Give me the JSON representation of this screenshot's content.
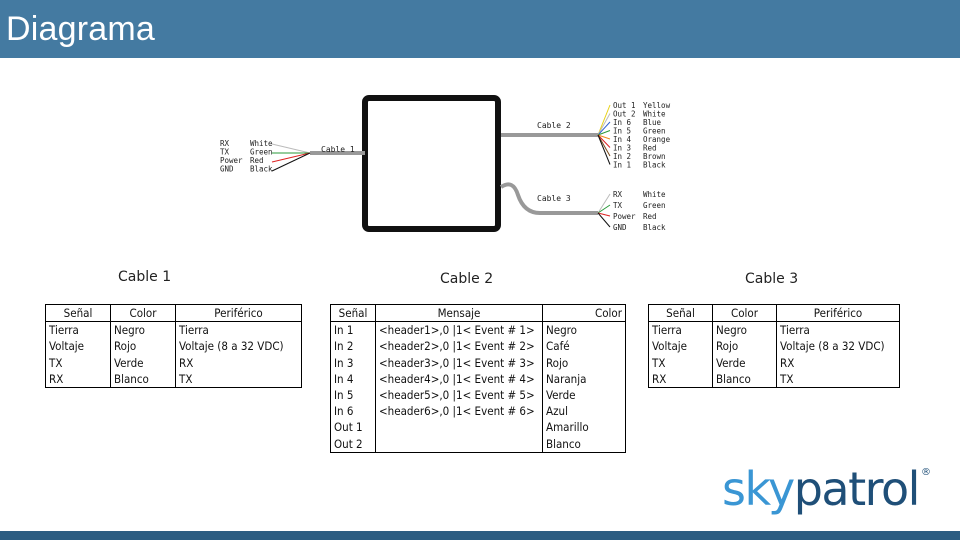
{
  "header": {
    "title": "Diagrama"
  },
  "diagram": {
    "cable1_label": "Cable 1",
    "cable2_label": "Cable 2",
    "cable3_label": "Cable 3",
    "left_pins": [
      {
        "pin": "RX",
        "color": "White"
      },
      {
        "pin": "TX",
        "color": "Green"
      },
      {
        "pin": "Power",
        "color": "Red"
      },
      {
        "pin": "GND",
        "color": "Black"
      }
    ],
    "cable2_pins": [
      {
        "pin": "Out 1",
        "color": "Yellow"
      },
      {
        "pin": "Out 2",
        "color": "White"
      },
      {
        "pin": "In 6",
        "color": "Blue"
      },
      {
        "pin": "In 5",
        "color": "Green"
      },
      {
        "pin": "In 4",
        "color": "Orange"
      },
      {
        "pin": "In 3",
        "color": "Red"
      },
      {
        "pin": "In 2",
        "color": "Brown"
      },
      {
        "pin": "In 1",
        "color": "Black"
      }
    ],
    "cable3_pins": [
      {
        "pin": "RX",
        "color": "White"
      },
      {
        "pin": "TX",
        "color": "Green"
      },
      {
        "pin": "Power",
        "color": "Red"
      },
      {
        "pin": "GND",
        "color": "Black"
      }
    ]
  },
  "captions": {
    "cable1": "Cable 1",
    "cable2": "Cable 2",
    "cable3": "Cable 3"
  },
  "table1": {
    "headers": [
      "Señal",
      "Color",
      "Periférico"
    ],
    "rows": [
      [
        "Tierra",
        "Negro",
        "Tierra"
      ],
      [
        "Voltaje",
        "Rojo",
        "Voltaje (8 a 32 VDC)"
      ],
      [
        "TX",
        "Verde",
        "RX"
      ],
      [
        "RX",
        "Blanco",
        "TX"
      ]
    ]
  },
  "table2": {
    "headers": [
      "Señal",
      "Mensaje",
      "Color"
    ],
    "rows": [
      [
        "In 1",
        "<header1>,0 |1< Event # 1>",
        "Negro"
      ],
      [
        "In 2",
        "<header2>,0 |1< Event # 2>",
        "Café"
      ],
      [
        "In 3",
        "<header3>,0 |1< Event # 3>",
        "Rojo"
      ],
      [
        "In 4",
        "<header4>,0 |1< Event # 4>",
        "Naranja"
      ],
      [
        "In 5",
        "<header5>,0 |1< Event # 5>",
        "Verde"
      ],
      [
        "In 6",
        "<header6>,0 |1< Event # 6>",
        "Azul"
      ],
      [
        "Out 1",
        "",
        "Amarillo"
      ],
      [
        "Out 2",
        "",
        "Blanco"
      ]
    ]
  },
  "table3": {
    "headers": [
      "Señal",
      "Color",
      "Periférico"
    ],
    "rows": [
      [
        "Tierra",
        "Negro",
        "Tierra"
      ],
      [
        "Voltaje",
        "Rojo",
        "Voltaje (8 a 32 VDC)"
      ],
      [
        "TX",
        "Verde",
        "RX"
      ],
      [
        "RX",
        "Blanco",
        "TX"
      ]
    ]
  },
  "logo": {
    "part1": "sky",
    "part2": "patrol",
    "reg": "®"
  },
  "colors": {
    "header_bg": "#447aa1",
    "bottom_bar": "#2c5d82",
    "logo_light": "#3a96d4",
    "logo_dark": "#1f4f78"
  }
}
